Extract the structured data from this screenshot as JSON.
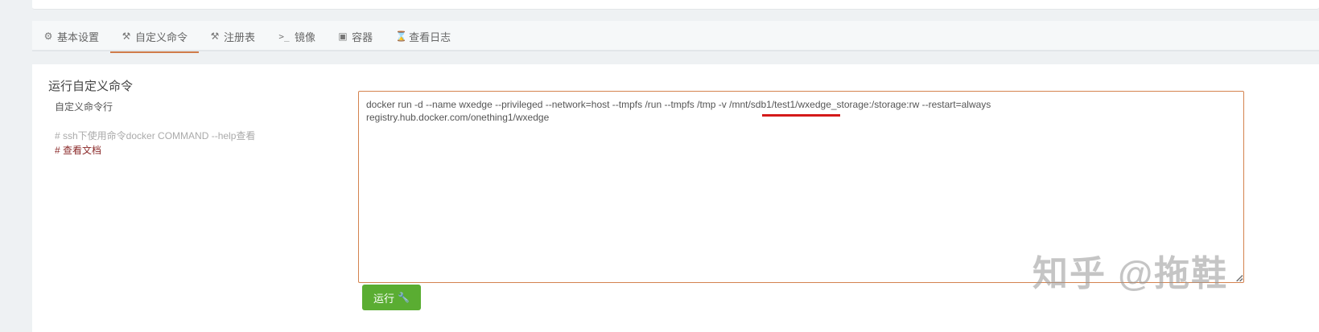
{
  "tabs": [
    {
      "icon": "⚙",
      "icon_name": "gear-icon",
      "label": "基本设置",
      "active": false
    },
    {
      "icon": "⚒",
      "icon_name": "tools-icon",
      "label": "自定义命令",
      "active": true
    },
    {
      "icon": "⚒",
      "icon_name": "tools-icon",
      "label": "注册表",
      "active": false
    },
    {
      "icon": ">_",
      "icon_name": "terminal-icon",
      "label": "镜像",
      "active": false
    },
    {
      "icon": "▣",
      "icon_name": "container-icon",
      "label": "容器",
      "active": false
    },
    {
      "icon": "⌛",
      "icon_name": "hourglass-icon",
      "label": "查看日志",
      "active": false
    }
  ],
  "main": {
    "section_title": "运行自定义命令",
    "field_label": "自定义命令行",
    "hint": "# ssh下使用命令docker COMMAND --help查看",
    "doc_link": "# 查看文档",
    "command_value": "docker run -d --name wxedge --privileged --network=host --tmpfs /run --tmpfs /tmp -v /mnt/sdb1/test1/wxedge_storage:/storage:rw --restart=always\nregistry.hub.docker.com/onething1/wxedge",
    "run_button_label": "运行",
    "run_button_icon": "🔧"
  },
  "watermark": "知乎 @拖鞋",
  "colors": {
    "accent": "#d07c4a",
    "run_button": "#5aad32",
    "highlight_underline": "#d41a1a",
    "doc_link": "#8b2a2a"
  }
}
